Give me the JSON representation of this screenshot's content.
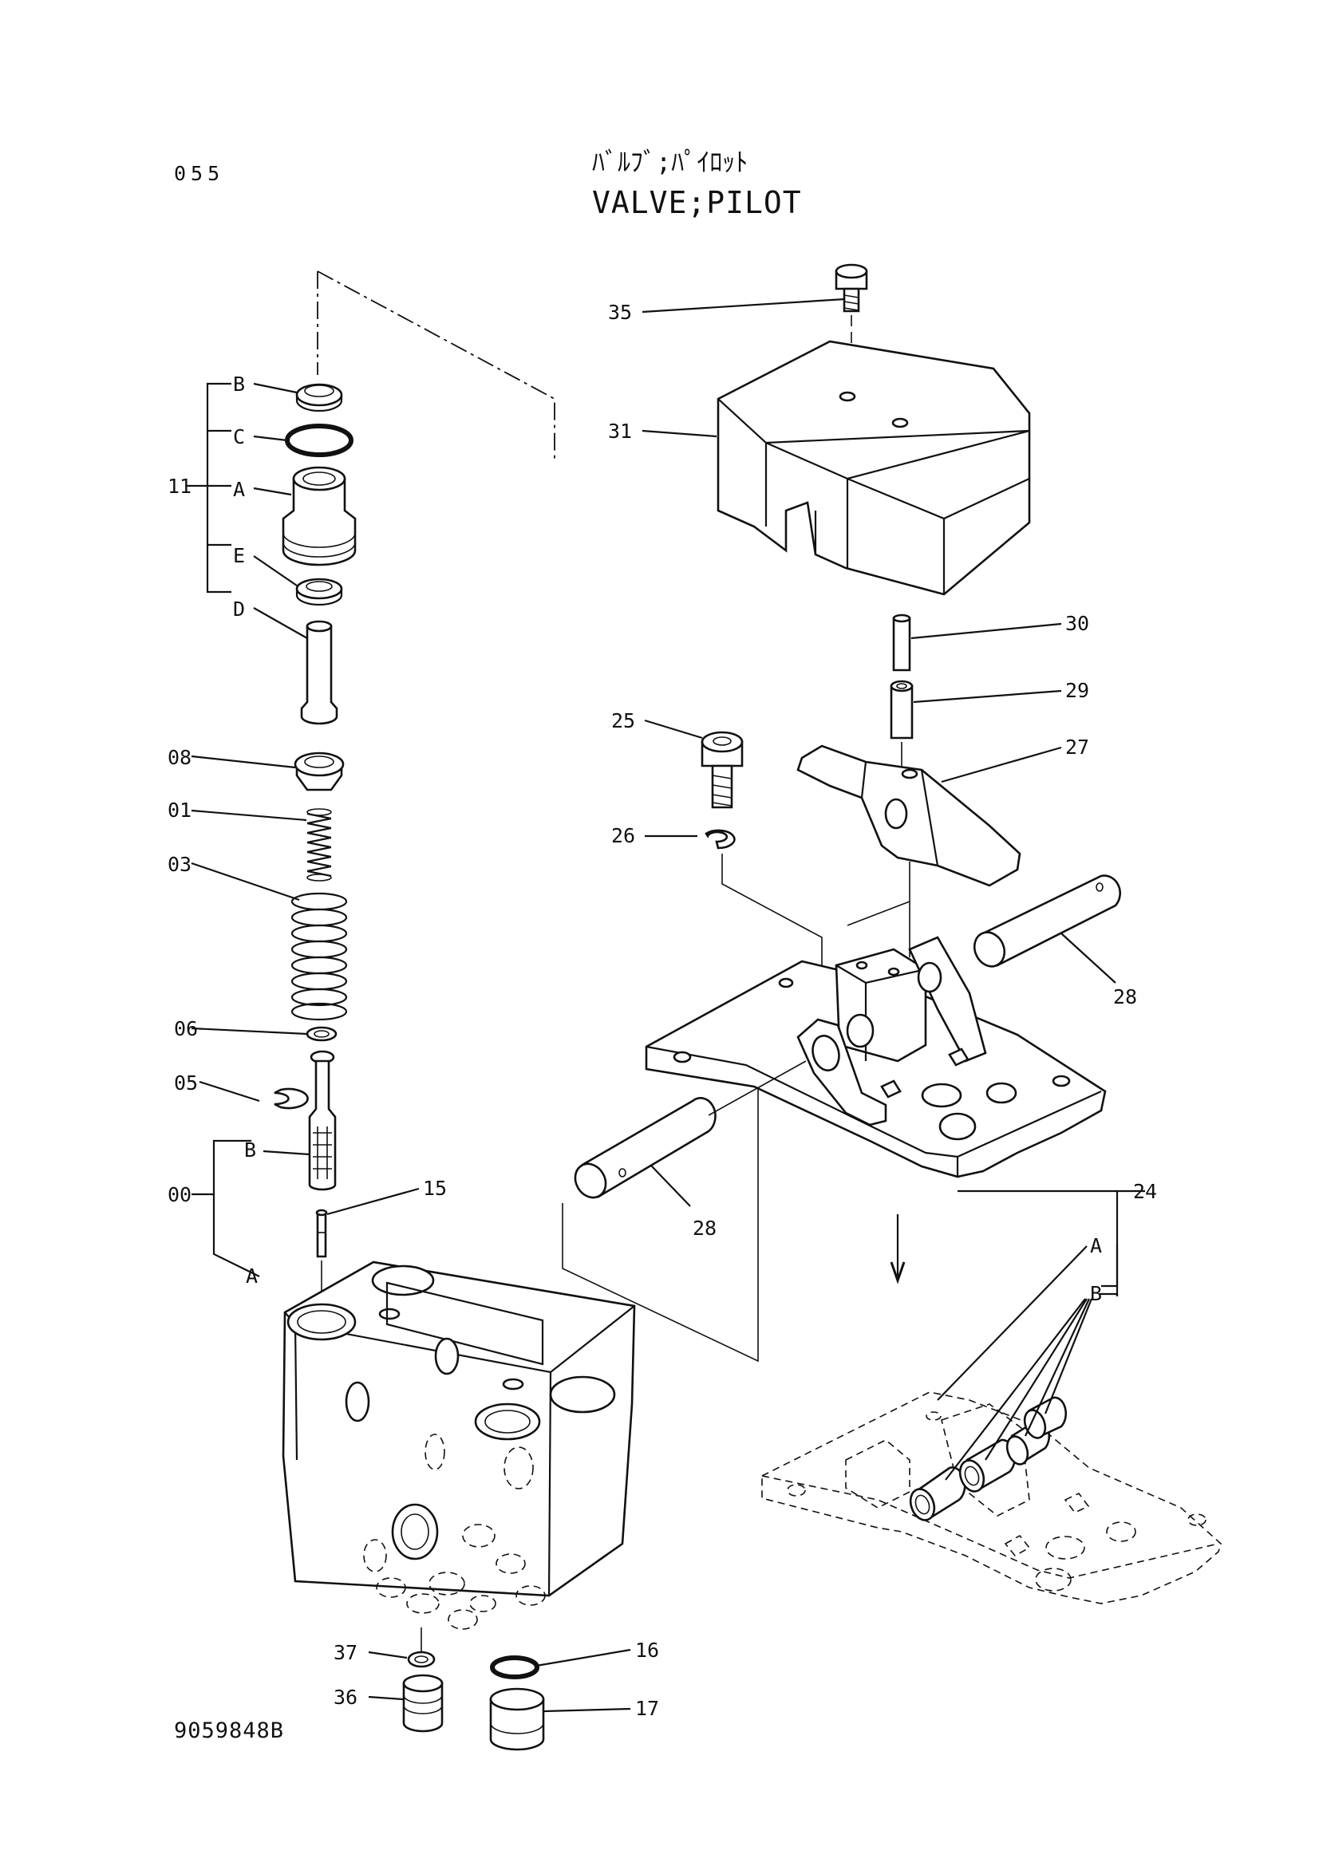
{
  "header": {
    "page_code": "055",
    "title_jp": "ﾊﾞﾙﾌﾞ;ﾊﾟｲﾛｯﾄ",
    "title_en": "VALVE;PILOT"
  },
  "footer": {
    "drawing_number": "9059848B"
  },
  "callouts": {
    "p00": "00",
    "p01": "01",
    "p03": "03",
    "p05": "05",
    "p06": "06",
    "p08": "08",
    "p11": "11",
    "p15": "15",
    "p16": "16",
    "p17": "17",
    "p24": "24",
    "p25": "25",
    "p26": "26",
    "p27": "27",
    "p28a": "28",
    "p28b": "28",
    "p29": "29",
    "p30": "30",
    "p31": "31",
    "p35": "35",
    "p36": "36",
    "p37": "37",
    "s11_B": "B",
    "s11_C": "C",
    "s11_A": "A",
    "s11_E": "E",
    "s11_D": "D",
    "s00_B": "B",
    "s00_A": "A",
    "s24_A": "A",
    "s24_B": "B"
  }
}
